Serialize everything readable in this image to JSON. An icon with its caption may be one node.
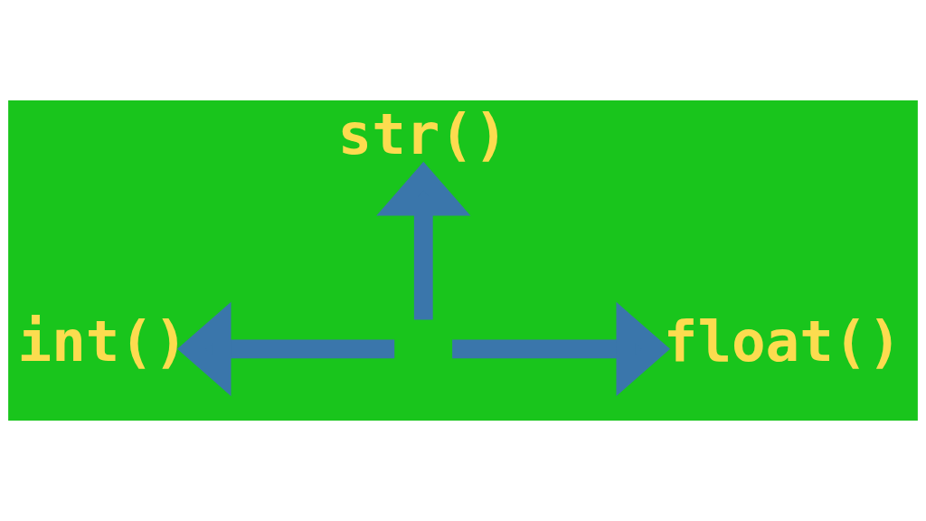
{
  "diagram": {
    "nodes": [
      {
        "text": [
          "str()"
        ]
      },
      {
        "text": [
          "int()"
        ]
      },
      {
        "text": [
          "float()"
        ]
      }
    ],
    "edges": [
      {
        "from": null,
        "to": 0,
        "arrow": "to"
      },
      {
        "from": null,
        "to": 1,
        "arrow": "to"
      },
      {
        "from": null,
        "to": 2,
        "arrow": "to"
      }
    ]
  }
}
